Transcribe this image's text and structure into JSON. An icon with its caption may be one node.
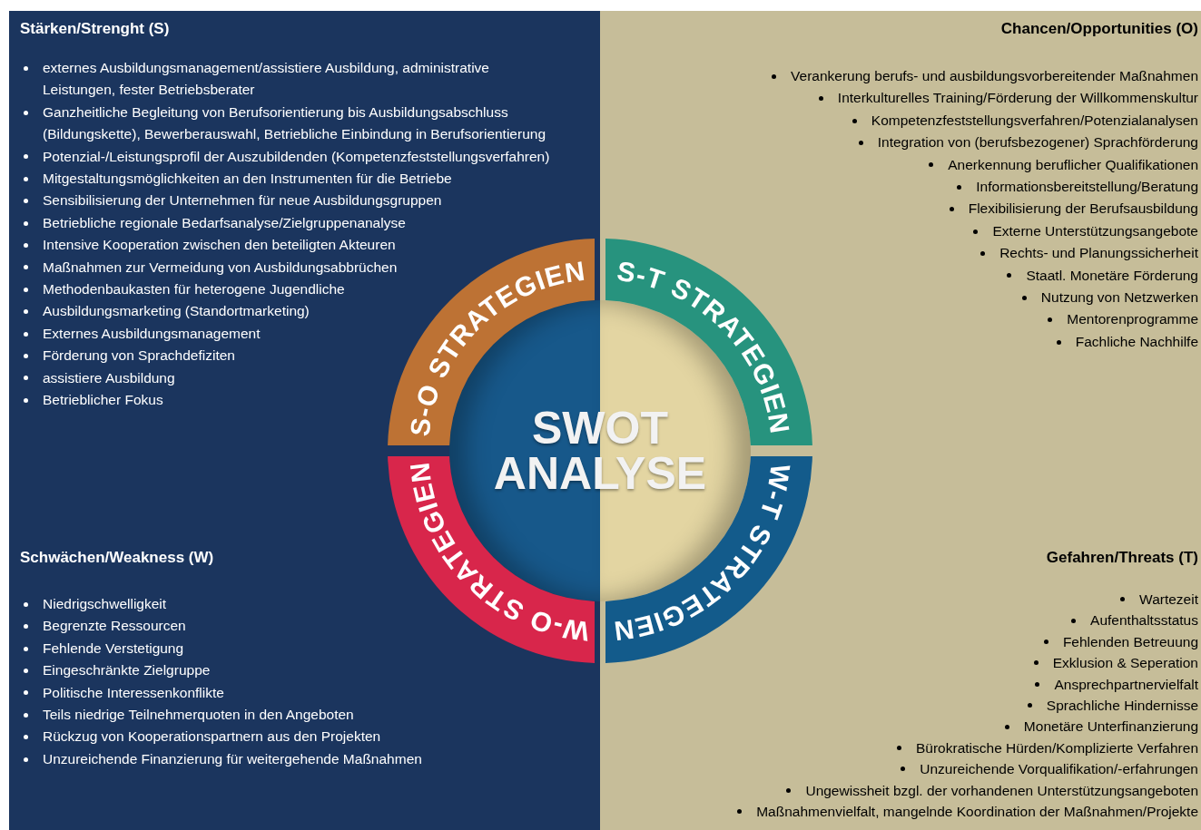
{
  "diagram": {
    "nodes": [
      {
        "text": [
          "Stärken/Strenght (S)",
          "externes Ausbildungsmanagement/assistiere Ausbildung, administrative Leistungen, fester Betriebsberater",
          "Ganzheitliche Begleitung von Berufsorientierung bis Ausbildungsabschluss (Bildungskette), Bewerberauswahl, Betriebliche Einbindung in Berufsorientierung",
          "Potenzial-/Leistungsprofil der Auszubildenden (Kompetenzfeststellungsverfahren)",
          "Mitgestaltungsmöglichkeiten an den Instrumenten für die Betriebe",
          "Sensibilisierung der Unternehmen für neue Ausbildungsgruppen",
          "Betriebliche regionale Bedarfsanalyse/Zielgruppenanalyse",
          "Intensive Kooperation zwischen den beteiligten Akteuren",
          "Maßnahmen zur Vermeidung von Ausbildungsabbrüchen",
          "Methodenbaukasten für heterogene Jugendliche",
          "Ausbildungsmarketing (Standortmarketing)",
          "Externes Ausbildungsmanagement",
          "Förderung von Sprachdefiziten",
          "assistiere Ausbildung",
          "Betrieblicher Fokus",
          "Schwächen/Weakness (W)",
          "Niedrigschwelligkeit",
          "Begrenzte Ressourcen",
          "Fehlende Verstetigung",
          "Eingeschränkte Zielgruppe",
          "Politische Interessenkonflikte",
          "Teils niedrige Teilnehmerquoten in den Angeboten",
          "Rückzug von Kooperationspartnern aus den Projekten",
          "Unzureichende Finanzierung für weitergehende Maßnahmen"
        ]
      },
      {
        "text": [
          "Chancen/Opportunities (O)",
          "Verankerung berufs- und ausbildungsvorbereitender Maßnahmen",
          "Interkulturelles Training/Förderung der Willkommenskultur",
          "Kompetenzfeststellungsverfahren/Potenzialanalysen",
          "Integration von (berufsbezogener) Sprachförderung",
          "Anerkennung beruflicher Qualifikationen",
          "Informationsbereitstellung/Beratung",
          "Flexibilisierung der Berufsausbildung",
          "Externe Unterstützungsangebote",
          "Rechts- und Planungssicherheit",
          "Staatl. Monetäre Förderung",
          "Nutzung von Netzwerken",
          "Mentorenprogramme",
          "Fachliche Nachhilfe",
          "Gefahren/Threats (T)",
          "Wartezeit",
          "Aufenthaltsstatus",
          "Fehlenden Betreuung",
          "Exklusion & Seperation",
          "Ansprechpartnervielfalt",
          "Sprachliche Hindernisse",
          "Monetäre Unterfinanzierung",
          "Bürokratische Hürden/Komplizierte Verfahren",
          "Unzureichende Vorqualifikation/-erfahrungen",
          "Ungewissheit bzgl. der vorhandenen Unterstützungsangeboten",
          "Maßnahmenvielfalt, mangelnde Koordination der Maßnahmen/Projekte"
        ]
      },
      {
        "text": [
          "S-O STRATEGIEN"
        ],
        "in": 0
      },
      {
        "text": [
          "S-T STRATEGIEN"
        ],
        "in": 1
      },
      {
        "text": [
          "W-O STRATEGIEN"
        ],
        "in": 0
      },
      {
        "text": [
          "W-T STRATEGIEN"
        ],
        "in": 1
      },
      {
        "text": [
          "SWOT ANALYSE"
        ]
      }
    ]
  }
}
